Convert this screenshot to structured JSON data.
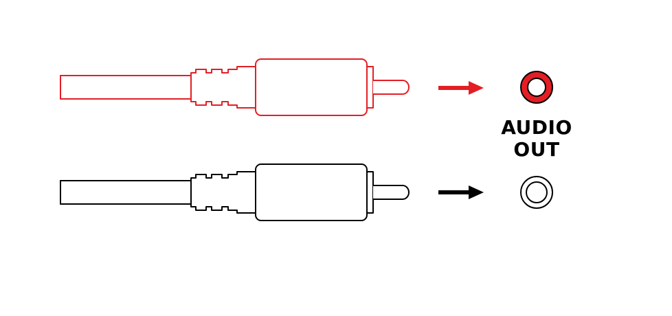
{
  "port_label": {
    "line1": "AUDIO",
    "line2": "OUT"
  },
  "colors": {
    "red_plug": "#e31e24",
    "black_plug": "#000000",
    "background": "#ffffff"
  },
  "plugs": [
    {
      "name": "red-rca-plug",
      "icon": "rca-plug-icon",
      "color": "#e31e24"
    },
    {
      "name": "white-rca-plug",
      "icon": "rca-plug-icon",
      "color": "#000000"
    }
  ],
  "jacks": [
    {
      "name": "red-audio-out-jack",
      "icon": "jack-icon",
      "ring_fill": "#e31e24"
    },
    {
      "name": "white-audio-out-jack",
      "icon": "jack-icon",
      "ring_fill": "#ffffff"
    }
  ]
}
